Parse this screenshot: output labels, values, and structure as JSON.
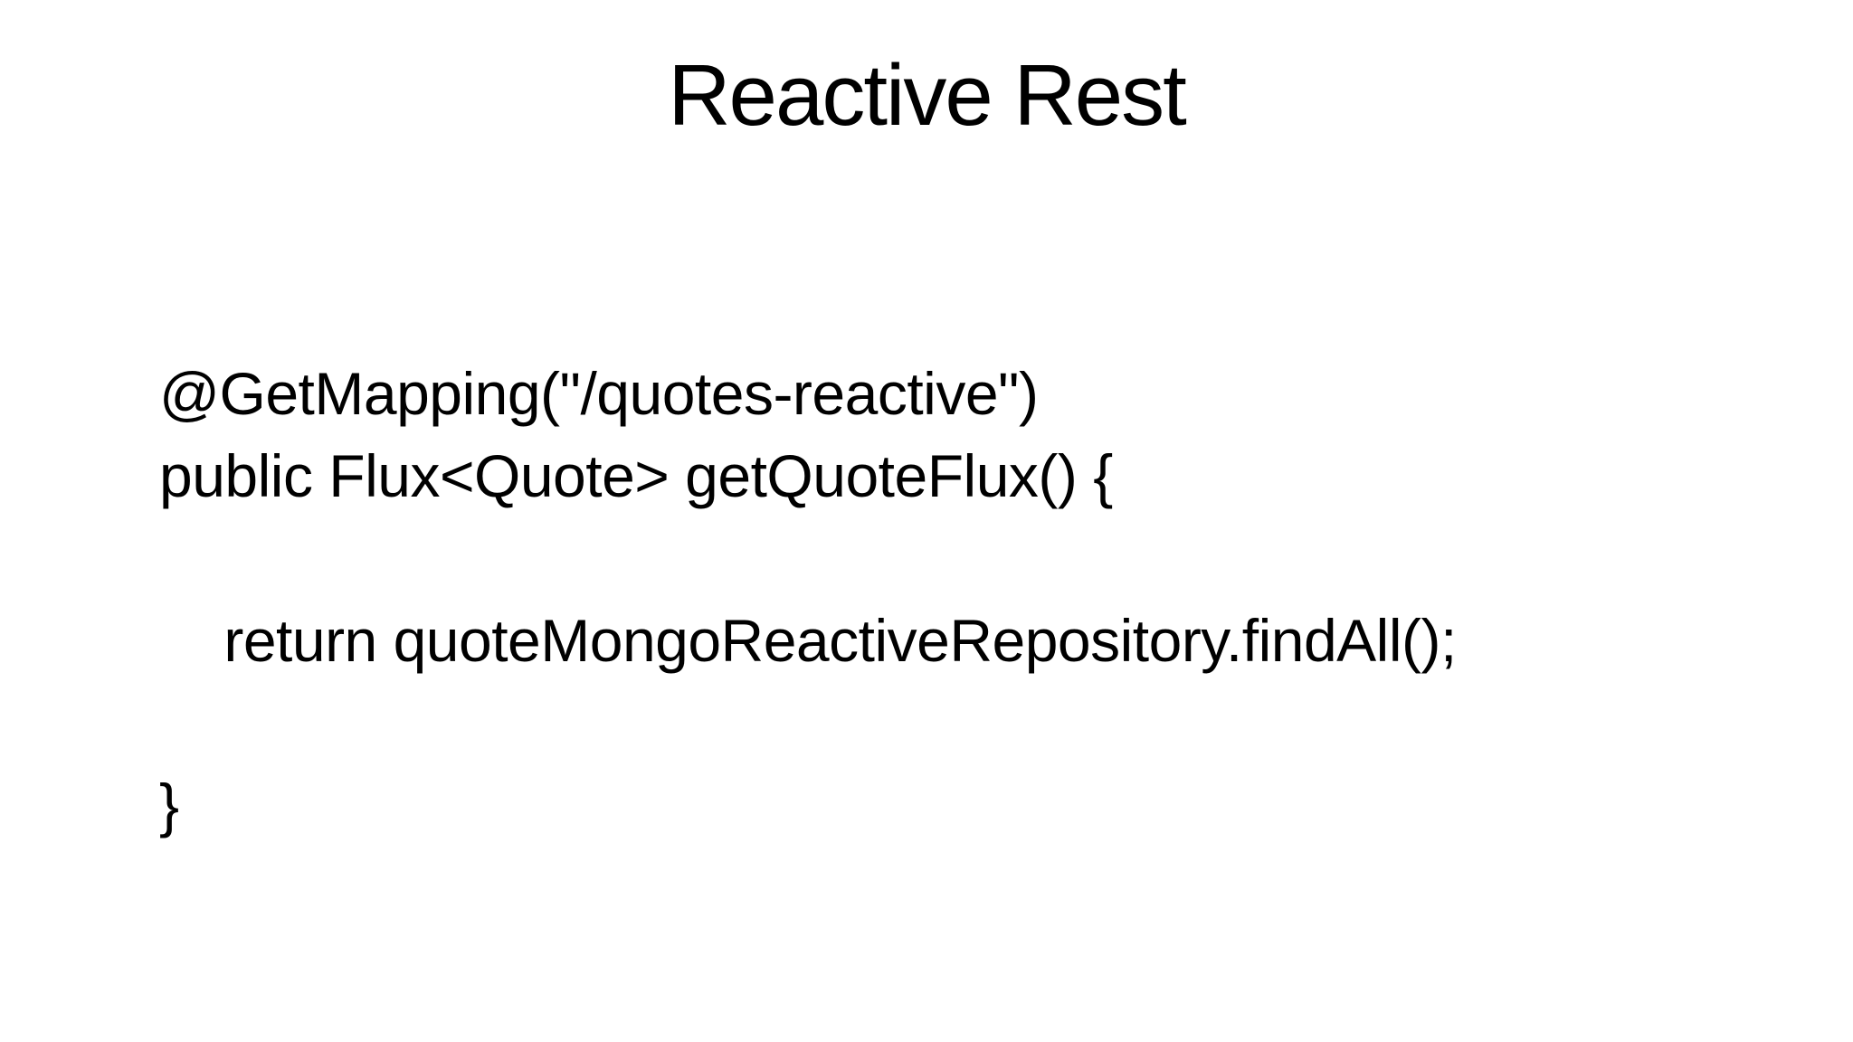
{
  "slide": {
    "title": "Reactive Rest",
    "colors": {
      "background": "#ffffff",
      "text": "#000000"
    },
    "code": {
      "language_hint": "java-spring-webflux",
      "lines": [
        "@GetMapping(\"/quotes-reactive\")",
        "public Flux<Quote> getQuoteFlux() {",
        "",
        "    return quoteMongoReactiveRepository.findAll();",
        "",
        "}"
      ]
    }
  }
}
